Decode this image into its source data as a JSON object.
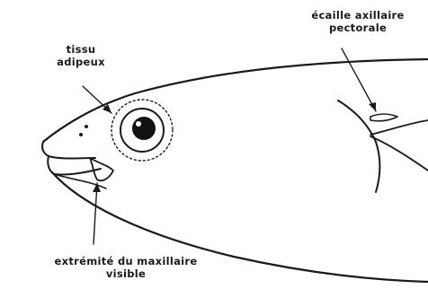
{
  "labels": {
    "adipose_tissue": [
      "tissu",
      "adipeux"
    ],
    "axillary_scale": [
      "écaille axillaire",
      "pectorale"
    ],
    "maxillary_end": [
      "extrémité du maxillaire",
      "visible"
    ]
  },
  "colors": {
    "ink": "#1a1a1a",
    "background": "#ffffff"
  }
}
